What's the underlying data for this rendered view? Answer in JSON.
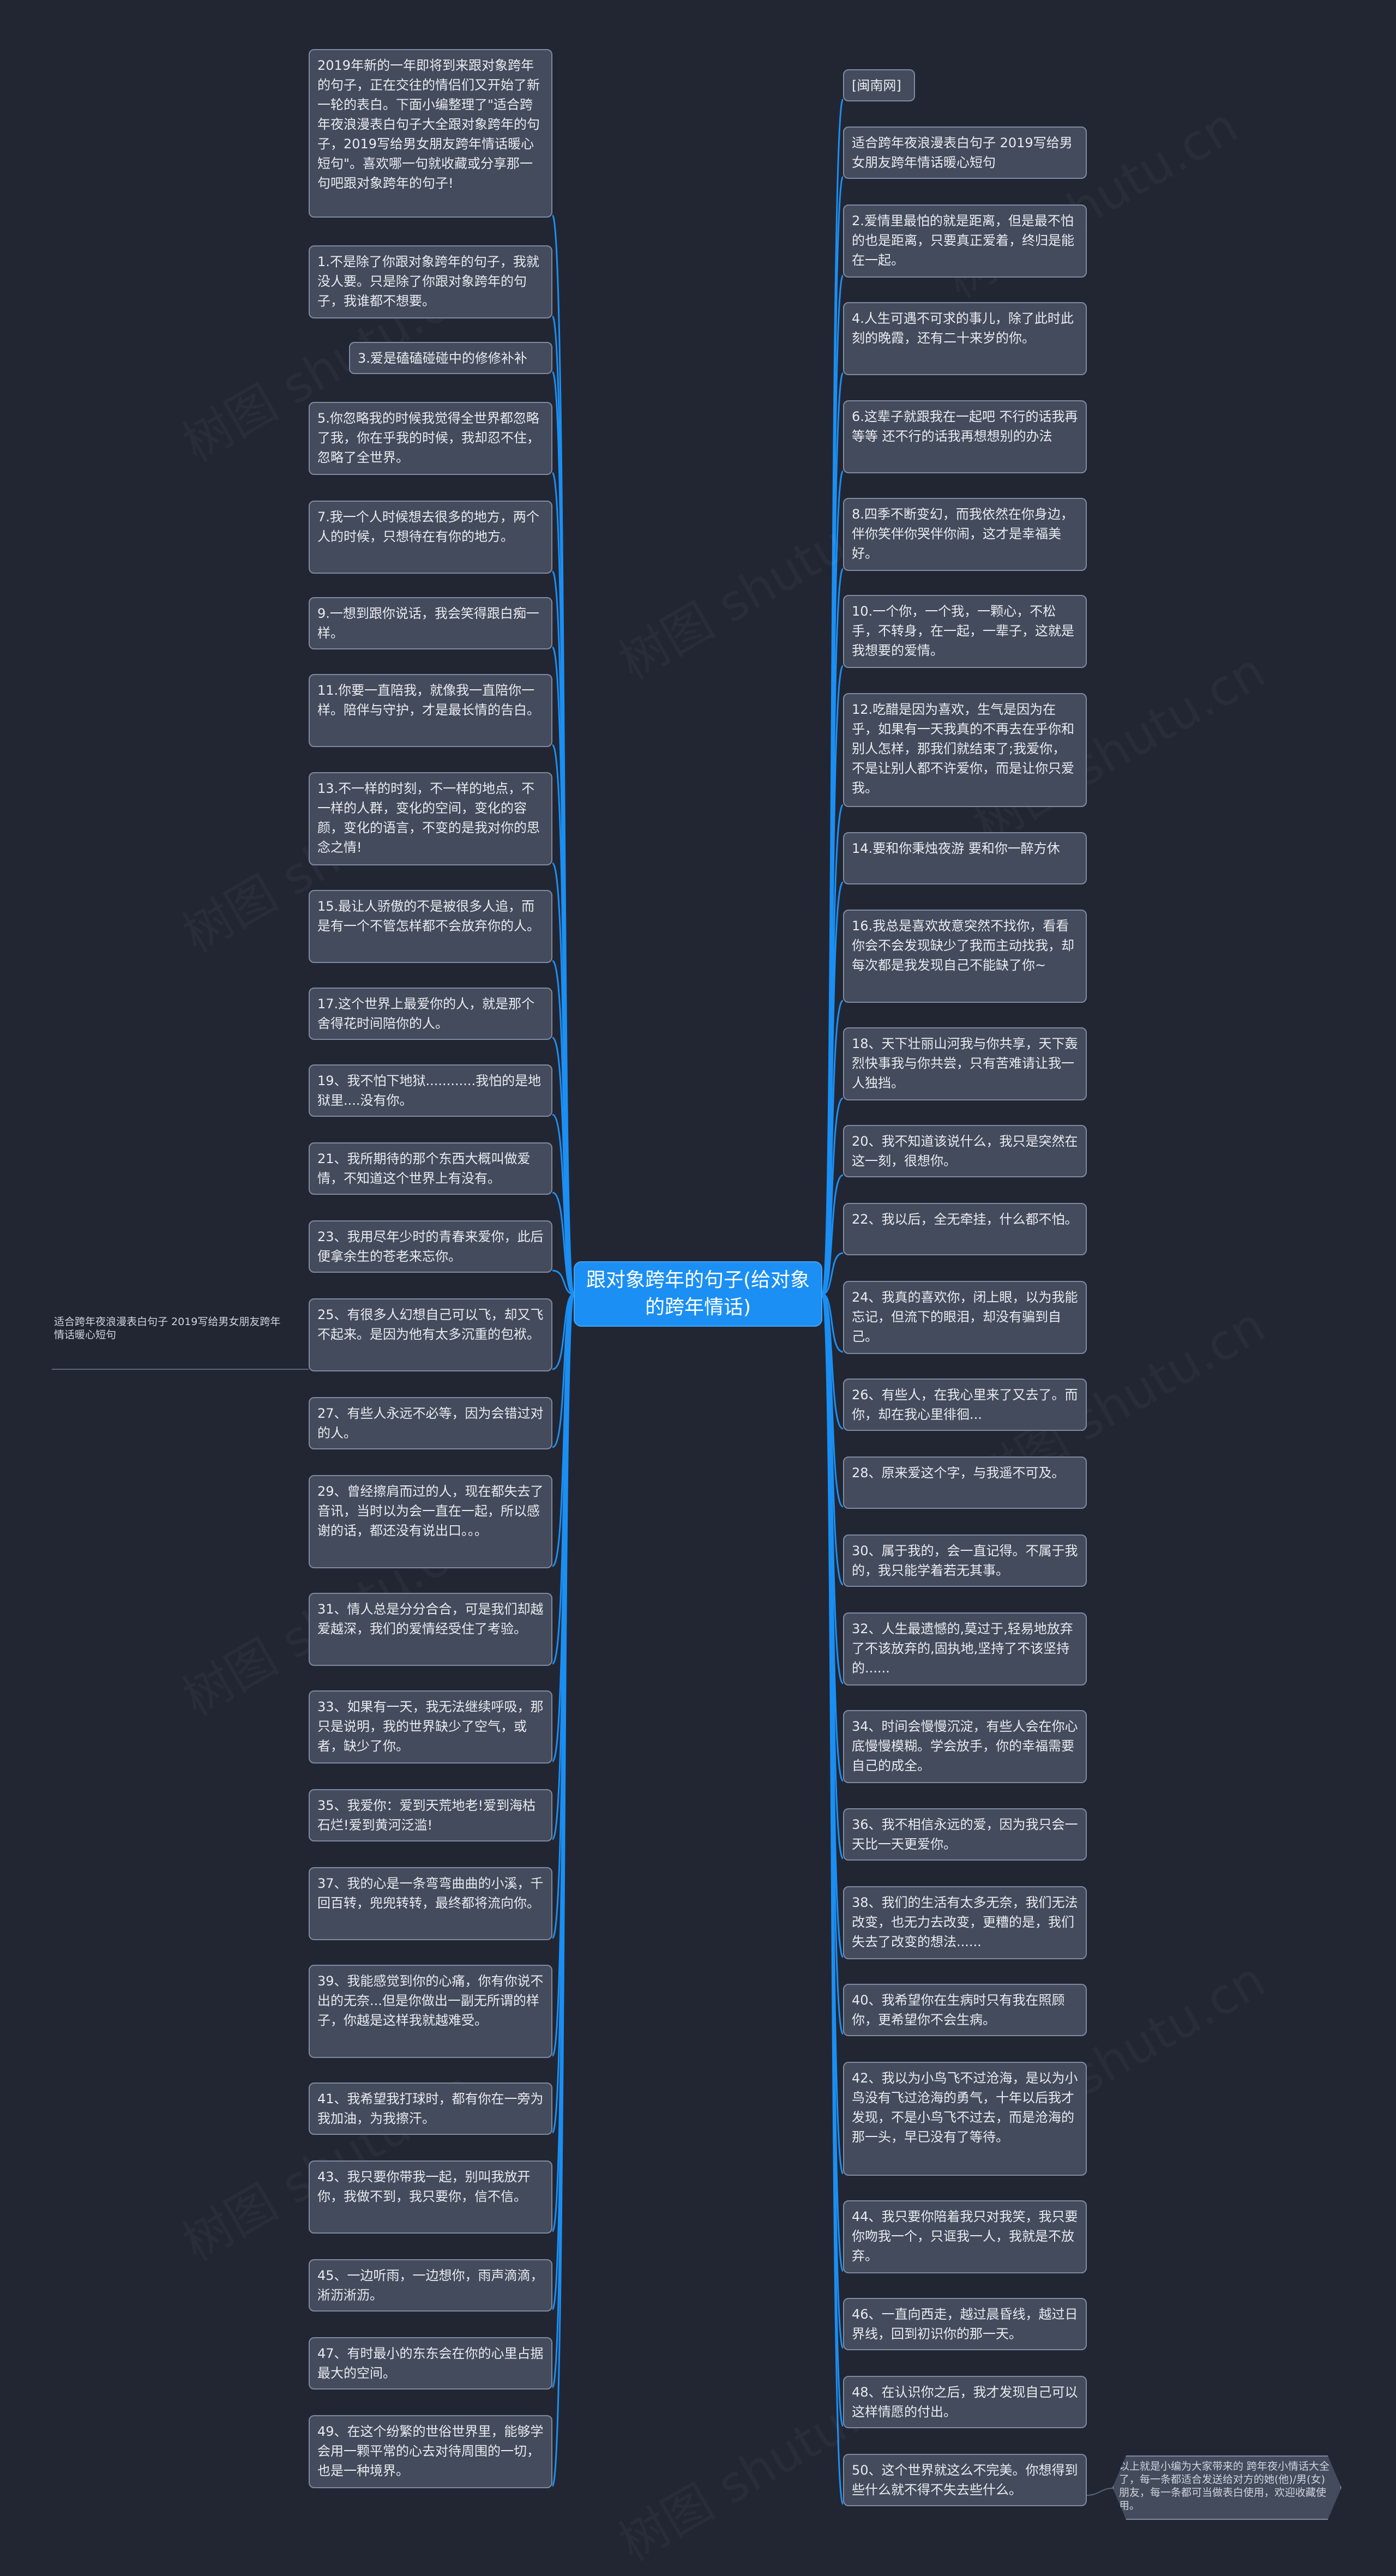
{
  "colors": {
    "background": "#222633",
    "branch_line": "#1b8ff3",
    "center_fill": "#1b8ff3",
    "node_fill": "#434b5c",
    "node_border": "#7f8aa1",
    "node_text": "#e9ebf0"
  },
  "center": {
    "label": "跟对象跨年的句子(给对象的跨年情话)"
  },
  "watermark": {
    "text": "树图 shutu.cn"
  },
  "left_nodes": [
    "2019年新的一年即将到来跟对象跨年的句子，正在交往的情侣们又开始了新一轮的表白。下面小编整理了\"适合跨年夜浪漫表白句子大全跟对象跨年的句子，2019写给男女朋友跨年情话暖心短句\"。喜欢哪一句就收藏或分享那一句吧跟对象跨年的句子!",
    "1.不是除了你跟对象跨年的句子，我就没人要。只是除了你跟对象跨年的句子，我谁都不想要。",
    "3.爱是磕磕碰碰中的修修补补",
    "5.你忽略我的时候我觉得全世界都忽略了我，你在乎我的时候，我却忍不住，忽略了全世界。",
    "7.我一个人时候想去很多的地方，两个人的时候，只想待在有你的地方。",
    "9.一想到跟你说话，我会笑得跟白痴一样。",
    "11.你要一直陪我，就像我一直陪你一样。陪伴与守护，才是最长情的告白。",
    "13.不一样的时刻，不一样的地点，不一样的人群，变化的空间，变化的容颜，变化的语言，不变的是我对你的思念之情!",
    "15.最让人骄傲的不是被很多人追，而是有一个不管怎样都不会放弃你的人。",
    "17.这个世界上最爱你的人，就是那个舍得花时间陪你的人。",
    "19、我不怕下地狱............我怕的是地狱里....没有你。",
    "21、我所期待的那个东西大概叫做爱情，不知道这个世界上有没有。",
    "23、我用尽年少时的青春来爱你，此后便拿余生的苍老来忘你。",
    "25、有很多人幻想自己可以飞，却又飞不起来。是因为他有太多沉重的包袱。",
    "27、有些人永远不必等，因为会错过对的人。",
    "29、曾经擦肩而过的人，现在都失去了音讯，当时以为会一直在一起，所以感谢的话，都还没有说出口。。。",
    "31、情人总是分分合合，可是我们却越爱越深，我们的爱情经受住了考验。",
    "33、如果有一天，我无法继续呼吸，那只是说明，我的世界缺少了空气，或者，缺少了你。",
    "35、我爱你：爱到天荒地老!爱到海枯石烂!爱到黄河泛滥!",
    "37、我的心是一条弯弯曲曲的小溪，千回百转，兜兜转转，最终都将流向你。",
    "39、我能感觉到你的心痛，你有你说不出的无奈...但是你做出一副无所谓的样子，你越是这样我就越难受。",
    "41、我希望我打球时，都有你在一旁为我加油，为我擦汗。",
    "43、我只要你带我一起，别叫我放开你，我做不到，我只要你，信不信。",
    "45、一边听雨，一边想你，雨声滴滴，淅沥淅沥。",
    "47、有时最小的东东会在你的心里占据最大的空间。",
    "49、在这个纷繁的世俗世界里，能够学会用一颗平常的心去对待周围的一切，也是一种境界。"
  ],
  "left_note": "适合跨年夜浪漫表白句子 2019写给男女朋友跨年情话暖心短句",
  "right_nodes": [
    "[闽南网]",
    "适合跨年夜浪漫表白句子 2019写给男女朋友跨年情话暖心短句",
    "2.爱情里最怕的就是距离，但是最不怕的也是距离，只要真正爱着，终归是能在一起。",
    "4.人生可遇不可求的事儿，除了此时此刻的晚霞，还有二十来岁的你。",
    "6.这辈子就跟我在一起吧 不行的话我再等等 还不行的话我再想想别的办法",
    "8.四季不断变幻，而我依然在你身边，伴你笑伴你哭伴你闹，这才是幸福美好。",
    "10.一个你，一个我，一颗心，不松手，不转身，在一起，一辈子，这就是我想要的爱情。",
    "12.吃醋是因为喜欢，生气是因为在乎，如果有一天我真的不再去在乎你和别人怎样，那我们就结束了;我爱你，不是让别人都不许爱你，而是让你只爱我。",
    "14.要和你秉烛夜游 要和你一醉方休",
    "16.我总是喜欢故意突然不找你，看看你会不会发现缺少了我而主动找我，却每次都是我发现自己不能缺了你~",
    "18、天下壮丽山河我与你共享，天下轰烈快事我与你共尝，只有苦难请让我一人独挡。",
    "20、我不知道该说什么，我只是突然在这一刻，很想你。",
    "22、我以后，全无牵挂，什么都不怕。",
    "24、我真的喜欢你，闭上眼，以为我能忘记，但流下的眼泪，却没有骗到自己。",
    "26、有些人，在我心里来了又去了。而你，却在我心里徘徊...",
    "28、原来爱这个字，与我遥不可及。",
    "30、属于我的，会一直记得。不属于我的，我只能学着若无其事。",
    "32、人生最遗憾的,莫过于,轻易地放弃了不该放弃的,固执地,坚持了不该坚持的......",
    "34、时间会慢慢沉淀，有些人会在你心底慢慢模糊。学会放手，你的幸福需要自己的成全。",
    "36、我不相信永远的爱，因为我只会一天比一天更爱你。",
    "38、我们的生活有太多无奈，我们无法改变，也无力去改变，更糟的是，我们失去了改变的想法......",
    "40、我希望你在生病时只有我在照顾你，更希望你不会生病。",
    "42、我以为小鸟飞不过沧海，是以为小鸟没有飞过沧海的勇气，十年以后我才发现，不是小鸟飞不过去，而是沧海的那一头，早已没有了等待。",
    "44、我只要你陪着我只对我笑，我只要你吻我一个，只诓我一人，我就是不放弃。",
    "46、一直向西走，越过晨昏线，越过日界线，回到初识你的那一天。",
    "48、在认识你之后，我才发现自己可以这样情愿的付出。",
    "50、这个世界就这么不完美。你想得到些什么就不得不失去些什么。"
  ],
  "right_note": "以上就是小编为大家带来的 跨年夜小情话大全了，每一条都适合发送给对方的她(他)/男(女)朋友，每一条都可当做表白使用，欢迎收藏使用。"
}
